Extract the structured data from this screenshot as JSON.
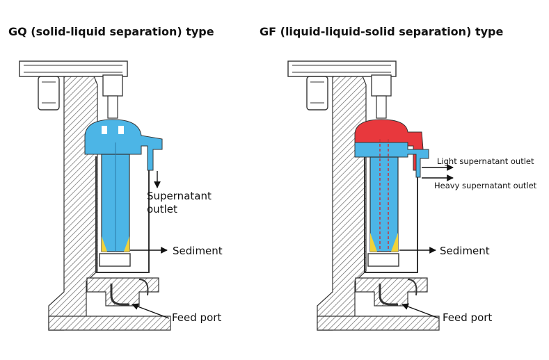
{
  "left_panel": {
    "title": "GQ (solid-liquid separation) type",
    "labels": {
      "supernatant_line1": "Supernatant",
      "supernatant_line2": "outlet",
      "sediment": "Sediment",
      "feed_port": "Feed port"
    }
  },
  "right_panel": {
    "title": "GF (liquid-liquid-solid separation) type",
    "labels": {
      "light_outlet": "Light supernatant outlet",
      "heavy_outlet": "Heavy supernatant outlet",
      "sediment": "Sediment",
      "feed_port": "Feed port"
    }
  },
  "colors": {
    "liquid": "#4cb5e6",
    "light_liquid": "#e8383d",
    "sediment": "#f0d23a",
    "machine_line": "#333333",
    "hatch": "#666666"
  }
}
